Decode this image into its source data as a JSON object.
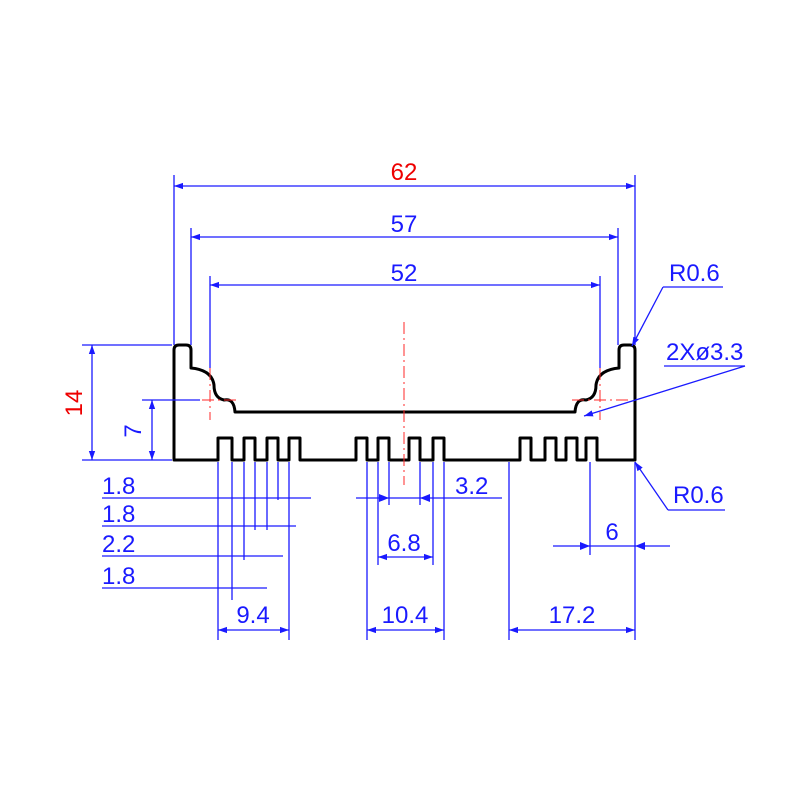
{
  "dimensions": {
    "overall_width": "62",
    "inner_width": "57",
    "hole_spacing": "52",
    "height": "14",
    "hole_height": "7",
    "top_radius": "R0.6",
    "hole_spec": "2Xø3.3",
    "bottom_radius": "R0.6",
    "fin_1": "1.8",
    "fin_2": "1.8",
    "fin_3": "2.2",
    "fin_4": "1.8",
    "gap_center": "3.2",
    "center_group": "6.8",
    "right_edge": "6",
    "left_group": "9.4",
    "middle_group": "10.4",
    "right_group": "17.2"
  },
  "colors": {
    "dimension": "#1a1aff",
    "key_dimension": "#ee0000",
    "outline": "#000000",
    "centerline": "#ff2a2a"
  }
}
